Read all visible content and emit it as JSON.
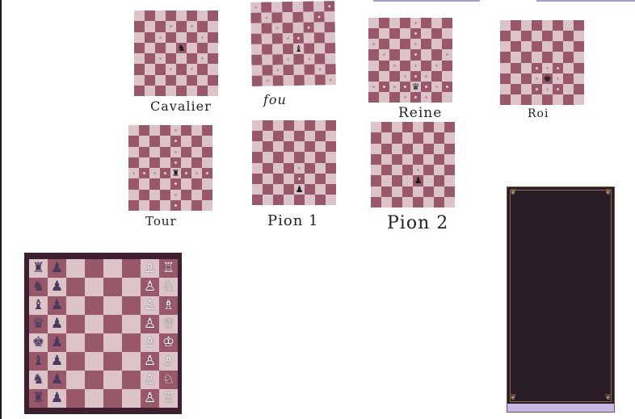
{
  "colors": {
    "light_square": "#dcc3c8",
    "dark_square": "#99576a",
    "big_board_frame": "#3e1f30",
    "panel_bg": "#2b1d25",
    "panel_footer": "#c9b8e6"
  },
  "diagrams": [
    {
      "caption": "Cavalier",
      "piece": "knight-icon",
      "glyph": "♞"
    },
    {
      "caption": "fou",
      "piece": "bishop-icon",
      "glyph": "♝"
    },
    {
      "caption": "Reine",
      "piece": "queen-icon",
      "glyph": "♛"
    },
    {
      "caption": "Roi",
      "piece": "king-icon",
      "glyph": "♚"
    },
    {
      "caption": "Tour",
      "piece": "rook-icon",
      "glyph": "♜"
    },
    {
      "caption": "Pion 1",
      "piece": "pawn-icon",
      "glyph": "♟"
    },
    {
      "caption": "Pion 2",
      "piece": "pawn-icon",
      "glyph": "♟"
    }
  ],
  "big_board": {
    "black_back": [
      "♜",
      "♞",
      "♝",
      "♛",
      "♚",
      "♝",
      "♞",
      "♜"
    ],
    "black_pawn": "♟",
    "white_back": [
      "♖",
      "♘",
      "♗",
      "♕",
      "♔",
      "♗",
      "♘",
      "♖"
    ],
    "white_pawn": "♙"
  }
}
